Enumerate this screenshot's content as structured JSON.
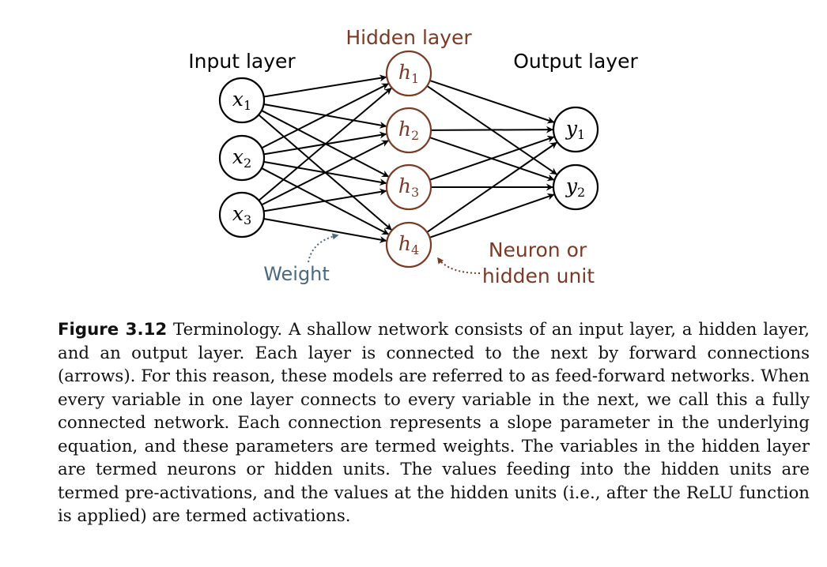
{
  "figure": {
    "layers": {
      "input": "Input layer",
      "hidden": "Hidden layer",
      "output": "Output layer"
    },
    "nodes": {
      "input": [
        {
          "var": "x",
          "sub": "1"
        },
        {
          "var": "x",
          "sub": "2"
        },
        {
          "var": "x",
          "sub": "3"
        }
      ],
      "hidden": [
        {
          "var": "h",
          "sub": "1"
        },
        {
          "var": "h",
          "sub": "2"
        },
        {
          "var": "h",
          "sub": "3"
        },
        {
          "var": "h",
          "sub": "4"
        }
      ],
      "output": [
        {
          "var": "y",
          "sub": "1"
        },
        {
          "var": "y",
          "sub": "2"
        }
      ]
    },
    "annotations": {
      "weight": "Weight",
      "neuron_line1": "Neuron or",
      "neuron_line2": "hidden unit"
    },
    "colors": {
      "hidden": "#7a3b26",
      "weight": "#4a6a80",
      "ink": "#000000"
    }
  },
  "caption": {
    "label": "Figure 3.12",
    "text": "Terminology. A shallow network consists of an input layer, a hidden layer, and an output layer. Each layer is connected to the next by forward connections (arrows). For this reason, these models are referred to as feed-forward networks. When every variable in one layer connects to every variable in the next, we call this a fully connected network. Each connection represents a slope parameter in the underlying equation, and these parameters are termed weights. The variables in the hidden layer are termed neurons or hidden units. The values feeding into the hidden units are termed pre-activations, and the values at the hidden units (i.e., after the ReLU function is applied) are termed activations."
  }
}
